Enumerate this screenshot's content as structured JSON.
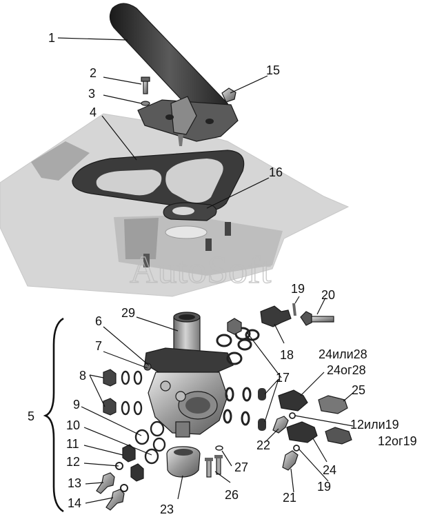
{
  "watermark": "AutoSoft",
  "callouts": {
    "c1": "1",
    "c2": "2",
    "c3": "3",
    "c4": "4",
    "c5": "5",
    "c6": "6",
    "c7": "7",
    "c8": "8",
    "c9": "9",
    "c10": "10",
    "c11": "11",
    "c12": "12",
    "c13": "13",
    "c14": "14",
    "c15": "15",
    "c16": "16",
    "c17": "17",
    "c18": "18",
    "c19a": "19",
    "c19b": "19",
    "c20": "20",
    "c21": "21",
    "c22": "22",
    "c23": "23",
    "c24or28a": "24или28",
    "c24or28b": "24ог28",
    "c24": "24",
    "c25": "25",
    "c26": "26",
    "c27": "27",
    "c12or19a": "12или19",
    "c12or19b": "12ог19",
    "c29": "29"
  },
  "colors": {
    "ink": "#111111",
    "surface": "#d8d8d8",
    "part_dark": "#3a3a3a",
    "part_mid": "#8a8a8a"
  }
}
